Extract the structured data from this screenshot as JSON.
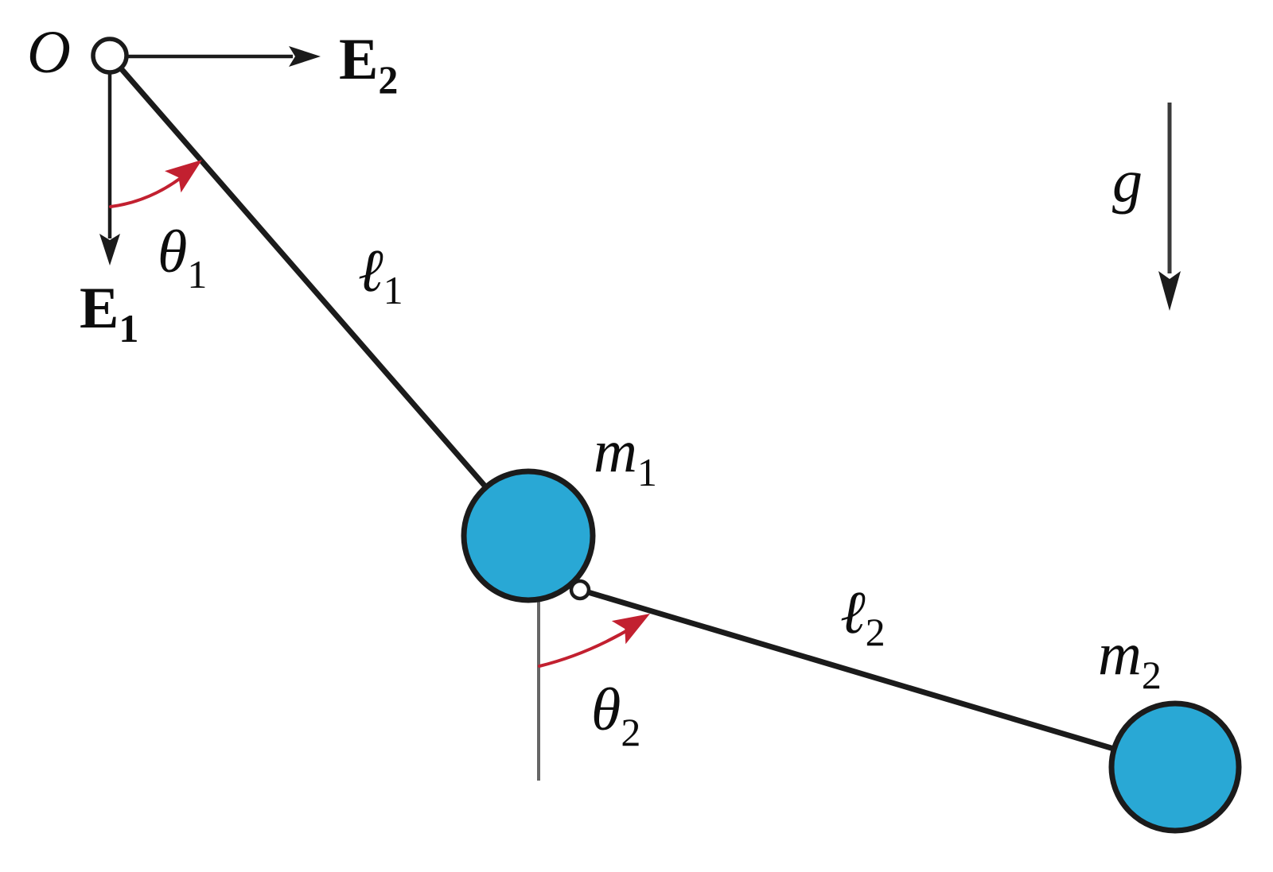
{
  "labels": {
    "origin": "O",
    "E1": {
      "base": "E",
      "sub": "1"
    },
    "E2": {
      "base": "E",
      "sub": "2"
    },
    "theta1": {
      "base": "θ",
      "sub": "1"
    },
    "theta2": {
      "base": "θ",
      "sub": "2"
    },
    "ell1": {
      "base": "ℓ",
      "sub": "1"
    },
    "ell2": {
      "base": "ℓ",
      "sub": "2"
    },
    "m1": {
      "base": "m",
      "sub": "1"
    },
    "m2": {
      "base": "m",
      "sub": "2"
    },
    "gravity": "g"
  },
  "colors": {
    "mass_fill": "#29a8d5",
    "ink": "#1b1b1b",
    "accent": "#c22030",
    "refline": "#666666",
    "bg": "#ffffff"
  }
}
